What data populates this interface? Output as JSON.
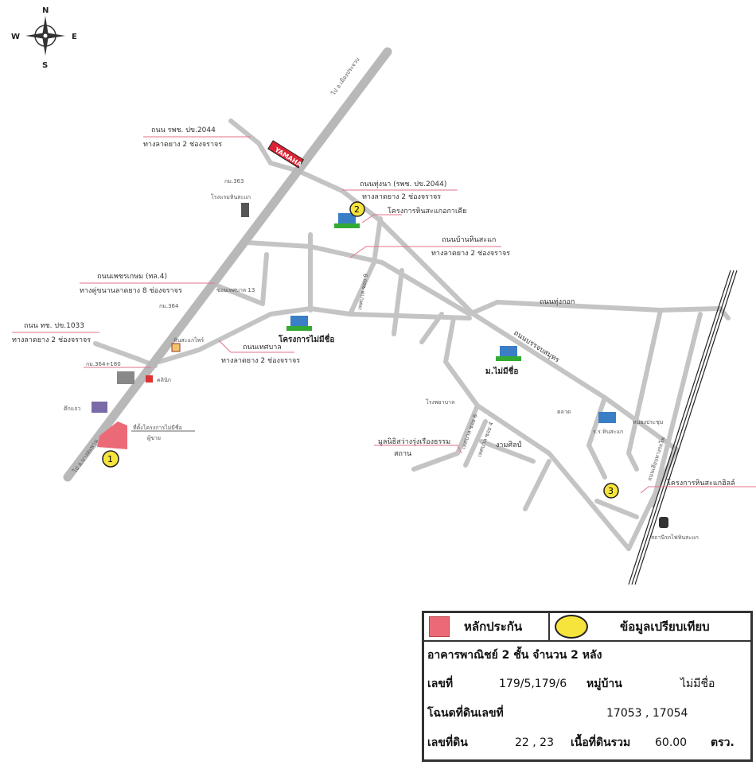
{
  "compass": {
    "n": "N",
    "s": "S",
    "e": "E",
    "w": "W"
  },
  "roads": {
    "highway": "ไป อ.เมืองประจวบ",
    "highway_south": "ไป อ.บางสะพาน",
    "rpch2044": {
      "name": "ถนน รพช. ปข.2044",
      "desc": "ทางลาดยาง 2 ช่องจราจร"
    },
    "thungna": {
      "name": "ถนนทุ่งนา (รพช. ปข.2044)",
      "desc": "ทางลาดยาง 2 ช่องจราจร"
    },
    "banhinsakaek": {
      "name": "ถนนบ้านหินสะแก",
      "desc": "ทางลาดยาง 2 ช่องจราจร"
    },
    "phetkasem": {
      "name": "ถนนเพชรเกษม (ทล.4)",
      "desc": "ทางคู่ขนานลาดยาง 8 ช่องจราจร"
    },
    "thch1033": {
      "name": "ถนน ทช. ปข.1033",
      "desc": "ทางลาดยาง 2 ช่องจราจร"
    },
    "thetsaban": {
      "name": "ถนนเทศบาล",
      "desc": "ทางลาดยาง 2 ช่องจราจร"
    },
    "thungkok": "ถนนทุ่งกอก",
    "banjobsamut": "ถนนบรรจบสมุทร",
    "rail_road": "ถนนเลียบทางรถไฟ",
    "soi_thetsaban_13": "ซอยเทศบาล 13",
    "soi_9": "เทศบาล ซอย 9",
    "soi_6": "เทศบาล ซอย 6",
    "soi_4": "เทศบาล ซอย 4"
  },
  "places": {
    "km363": "กม.363",
    "km364": "กม.364",
    "km364_180": "กม.364+180",
    "yamaha": "YAMAHA",
    "hotel": "โรงแรมหินสะแก",
    "project_none": "โครงการไม่มีชื่อ",
    "project_akasia": "โครงการหินสะแกอกาเคีย",
    "village_none": "ม.ไม่มีชื่อ",
    "hinsakaek_shop": "หินสะแกไพร์",
    "subject_site": "ที่ตั้งโครงการไม่มีชื่อ",
    "subject_sub": "ผู้ขาย",
    "foundation": "มูลนิธิสว่างรุ่งเรืองธรรม",
    "foundation_sub": "สถาน",
    "ngamsin": "งามศิลป์",
    "project_hill": "โครงการหินสะแกฮิลล์",
    "station": "สถานีรถไฟหินสะแก",
    "school": "ร.ร.หินสะแก",
    "pond": "หนองประชุม",
    "shophouse": "ตึกแถว",
    "clinic": "คลินิก",
    "market": "ตลาด",
    "hospital": "โรงพยาบาล"
  },
  "markers": [
    "1",
    "2",
    "3"
  ],
  "legend": {
    "collateral": "หลักประกัน",
    "comparable": "ข้อมูลเปรียบเทียบ",
    "title": "อาคารพาณิชย์ 2 ชั้น จำนวน 2 หลัง",
    "house_no_label": "เลขที่",
    "house_no": "179/5,179/6",
    "village_label": "หมู่บ้าน",
    "village": "ไม่มีชื่อ",
    "deed_label": "โฉนดที่ดินเลขที่",
    "deed": "17053 , 17054",
    "land_no_label": "เลขที่ดิน",
    "land_no": "22 , 23",
    "area_label": "เนื้อที่ดินรวม",
    "area": "60.00",
    "area_unit": "ตรว."
  },
  "colors": {
    "collateral": "#ec6a78",
    "comparable": "#f6e43c",
    "leader": "#e0728a"
  }
}
